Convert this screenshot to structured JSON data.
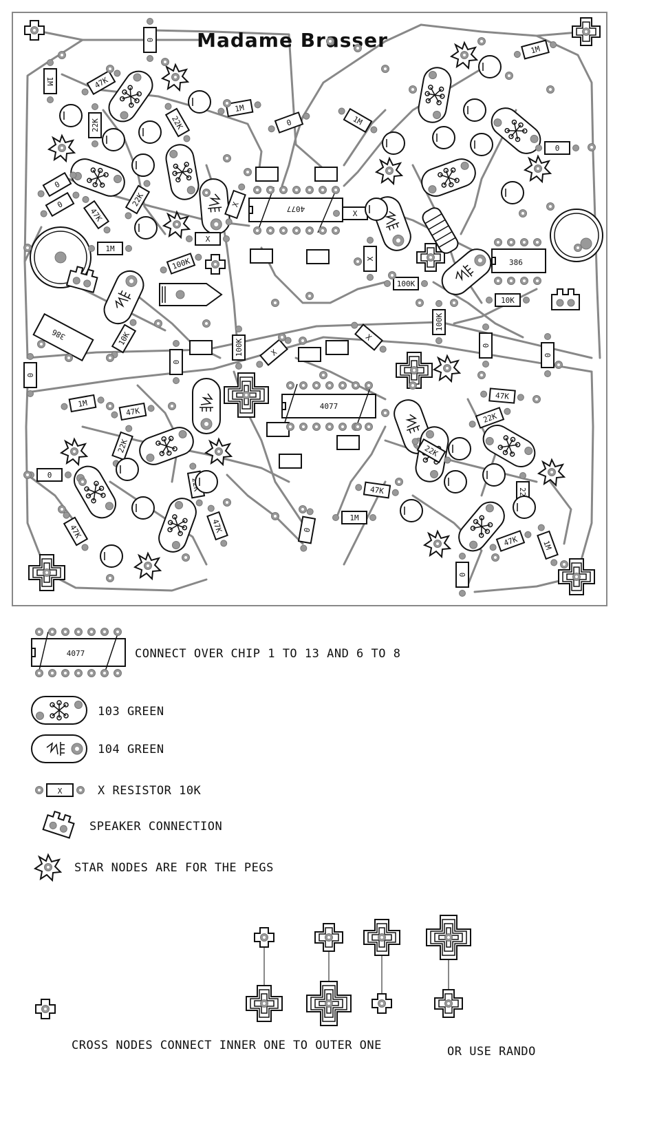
{
  "title": "Madame Brasser",
  "board": {
    "chips": [
      "4077",
      "4077",
      "386",
      "386"
    ],
    "component_labels": [
      "47K",
      "47K",
      "47K",
      "47K",
      "47K",
      "47K",
      "47K",
      "47K",
      "22K",
      "22K",
      "22K",
      "22K",
      "22K",
      "22K",
      "22K",
      "22K",
      "1M",
      "1M",
      "1M",
      "1M",
      "1M",
      "1M",
      "1M",
      "1M",
      "100K",
      "100K",
      "100K",
      "100K",
      "10K",
      "10K",
      "X",
      "X",
      "X",
      "X",
      "X",
      "X",
      "0",
      "0",
      "0",
      "0",
      "0",
      "0",
      "0",
      "0",
      "0",
      "0",
      "0",
      "0"
    ]
  },
  "legend": {
    "chip_label": "4077",
    "chip_note": "CONNECT OVER CHIP 1 TO 13 AND 6 TO 8",
    "pot103": "103 GREEN",
    "pot104": "104 GREEN",
    "resistor_symbol": "X",
    "resistor_note": "X RESISTOR 10K",
    "speaker_note": "SPEAKER CONNECTION",
    "star_note": "STAR NODES ARE FOR THE PEGS",
    "cross_note": "CROSS NODES CONNECT INNER ONE TO OUTER ONE",
    "rando_note": "OR USE RANDO"
  },
  "colors": {
    "trace": "#888888",
    "ink": "#111111",
    "pad": "#999999"
  }
}
